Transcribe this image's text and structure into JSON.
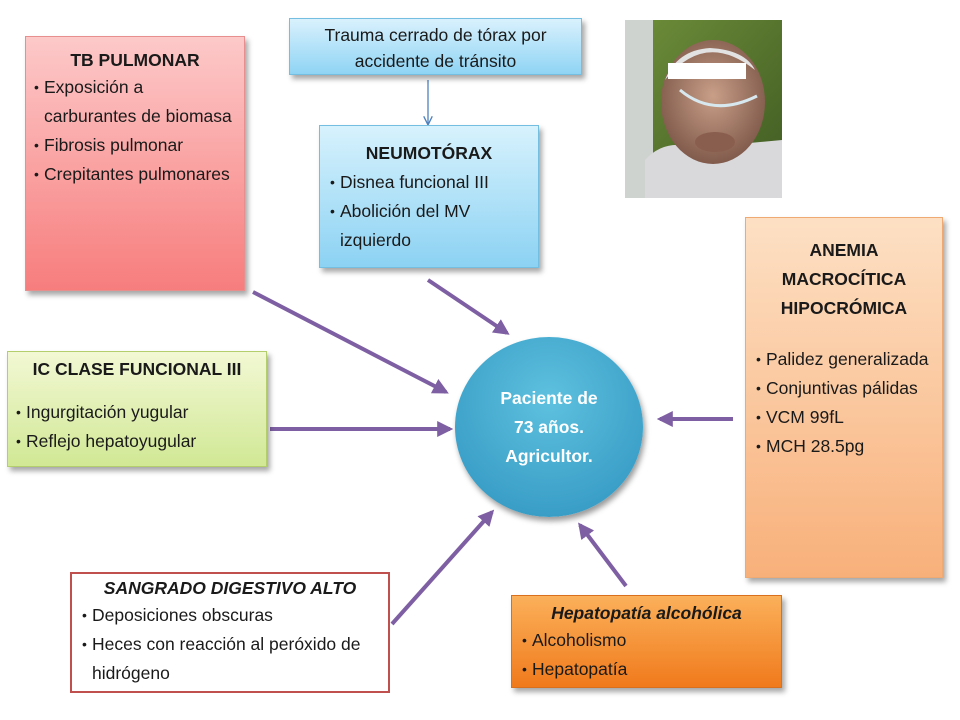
{
  "trauma": {
    "text": "Trauma cerrado de tórax por accidente de tránsito"
  },
  "tb": {
    "title": "TB PULMONAR",
    "items": [
      "Exposición a carburantes de biomasa",
      "Fibrosis pulmonar",
      "Crepitantes pulmonares"
    ]
  },
  "neumotorax": {
    "title": "NEUMOTÓRAX",
    "items": [
      "Disnea funcional III",
      "Abolición del MV izquierdo"
    ]
  },
  "anemia": {
    "title": "ANEMIA MACROCÍTICA HIPOCRÓMICA",
    "items": [
      "Palidez generalizada",
      "Conjuntivas pálidas",
      "VCM  99fL",
      "MCH 28.5pg"
    ]
  },
  "ic": {
    "title": "IC CLASE FUNCIONAL III",
    "items": [
      "Ingurgitación yugular",
      "Reflejo hepatoyugular"
    ]
  },
  "sangrado": {
    "title": "SANGRADO DIGESTIVO ALTO",
    "items": [
      "Deposiciones obscuras",
      "Heces con reacción al peróxido de hidrógeno"
    ]
  },
  "hepatopatia": {
    "title": "Hepatopatía alcohólica",
    "items": [
      "Alcoholismo",
      "Hepatopatía"
    ]
  },
  "patient": {
    "text": "Paciente de 73 años. Agricultor."
  },
  "colors": {
    "arrow": "#8064a2",
    "connector": "#4f81bd",
    "circle": "#31a4cf"
  }
}
